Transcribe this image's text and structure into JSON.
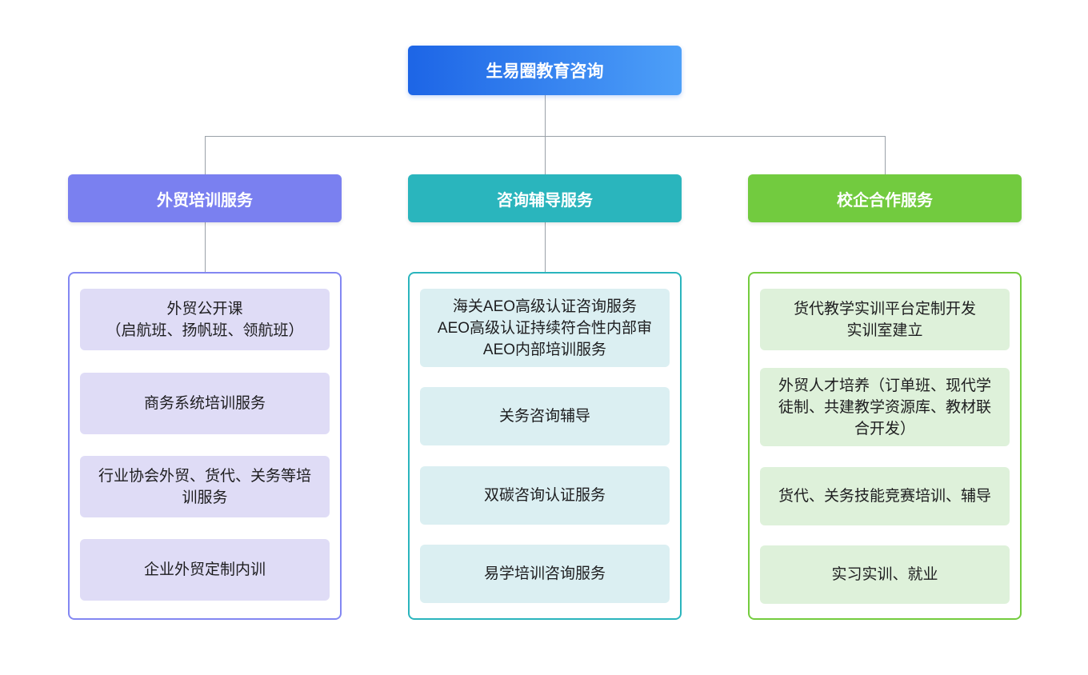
{
  "title": "生易圈教育咨询",
  "root": {
    "label": "生易圈教育咨询",
    "gradient_from": "#1d65e6",
    "gradient_to": "#4d9ff8",
    "text_color": "#ffffff"
  },
  "connector_color": "#9aa1a8",
  "background_color": "#ffffff",
  "item_text_color": "#1d1d1f",
  "columns": [
    {
      "id": "foreign-trade-training",
      "label": "外贸培训服务",
      "accent": "#7a80f0",
      "panel_border": "#8387f2",
      "item_bg": "#dfdcf6",
      "items": [
        {
          "text": "外贸公开课\n（启航班、扬帆班、领航班）"
        },
        {
          "text": "商务系统培训服务"
        },
        {
          "text": "行业协会外贸、货代、关务等培\n训服务"
        },
        {
          "text": "企业外贸定制内训"
        }
      ]
    },
    {
      "id": "consulting-coaching",
      "label": "咨询辅导服务",
      "accent": "#2ab5bd",
      "panel_border": "#2ab5bd",
      "item_bg": "#dbeff2",
      "items": [
        {
          "text": "海关AEO高级认证咨询服务\nAEO高级认证持续符合性内部审\nAEO内部培训服务"
        },
        {
          "text": "关务咨询辅导"
        },
        {
          "text": "双碳咨询认证服务"
        },
        {
          "text": "易学培训咨询服务"
        }
      ]
    },
    {
      "id": "school-enterprise-cooperation",
      "label": "校企合作服务",
      "accent": "#72cb3f",
      "panel_border": "#74cc3e",
      "item_bg": "#def1da",
      "items": [
        {
          "text": "货代教学实训平台定制开发\n实训室建立"
        },
        {
          "text": "外贸人才培养（订单班、现代学\n徒制、共建教学资源库、教材联\n合开发）"
        },
        {
          "text": "货代、关务技能竞赛培训、辅导"
        },
        {
          "text": "实习实训、就业"
        }
      ]
    }
  ]
}
